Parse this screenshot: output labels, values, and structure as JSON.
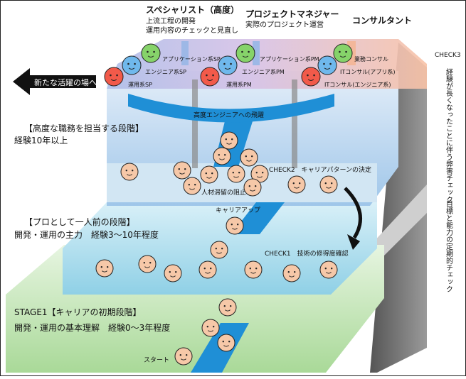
{
  "roles": {
    "specialist": {
      "title": "スペシャリスト（高度）",
      "line1": "上流工程の開発",
      "line2": "運用内容のチェックと見直し"
    },
    "pm": {
      "title": "プロジェクトマネジャー",
      "line1": "実際のプロジェクト運営"
    },
    "consultant": {
      "title": "コンサルタント"
    }
  },
  "career_tags": {
    "app_sp": "アプリケーション系SP",
    "eng_sp": "エンジニア系SP",
    "ops_sp": "運用系SP",
    "app_pm": "アプリケーション系PM",
    "eng_pm": "エンジニア系PM",
    "ops_pm": "運用系PM",
    "biz_consult": "業務コンサル",
    "it_app": "ITコンサル(アプリ系)",
    "it_eng": "ITコンサル(エンジニア系)"
  },
  "new_field": "新たな活躍の場へ",
  "leap": "高度エンジニアへの飛躍",
  "stages": {
    "top": {
      "heading": "【高度な職務を担当する段階】",
      "exp": "経験10年以上"
    },
    "mid": {
      "heading": "【プロとして一人前の段階】",
      "exp": "開発・運用の主力　経験3～10年程度"
    },
    "bottom": {
      "heading": "STAGE1【キャリアの初期段階】",
      "exp": "開発・運用の基本理解　経験0～3年程度"
    }
  },
  "checks": {
    "check1": "CHECK1　技術の修得度確認",
    "check2": "CHECK2　キャリアパターンの決定",
    "check3_title": "CHECK3",
    "check3_desc": "経験が長くなったことに伴う弊害チェック",
    "periodic": "目標と能力の定期的チェック"
  },
  "flow": {
    "stagnation": "人材滞留の阻止",
    "career_up": "キャリアアップ",
    "start": "スタート"
  },
  "colors": {
    "top_band": "#c9dff0",
    "mid_band": "#cbe9f1",
    "bottom_band": "#cfe8c6",
    "arrow_blue": "#1f8fd6",
    "wall_dark": "#4a4a4a",
    "face": "#f6c8a8",
    "face_red": "#f25a4a",
    "face_green": "#86d36a",
    "face_blue": "#6fb8ec"
  }
}
